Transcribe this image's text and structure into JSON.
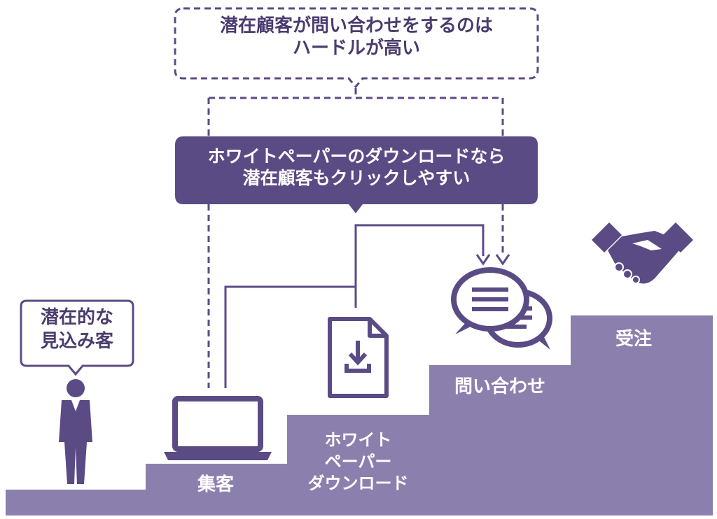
{
  "colors": {
    "primary": "#5b4b85",
    "step": "#8b80ad",
    "white": "#ffffff"
  },
  "top_callout": {
    "line1": "潜在顧客が問い合わせをするのは",
    "line2": "ハードルが高い"
  },
  "mid_callout": {
    "line1": "ホワイトペーパーのダウンロードなら",
    "line2": "潜在顧客もクリックしやすい"
  },
  "person_bubble": {
    "line1": "潜在的な",
    "line2": "見込み客"
  },
  "steps": [
    {
      "label_lines": [
        "集客"
      ]
    },
    {
      "label_lines": [
        "ホワイト",
        "ペーパー",
        "ダウンロード"
      ]
    },
    {
      "label_lines": [
        "問い合わせ"
      ]
    },
    {
      "label_lines": [
        "受注"
      ]
    }
  ],
  "icons": {
    "person": "person-icon",
    "laptop": "laptop-icon",
    "document": "document-download-icon",
    "chat": "chat-bubbles-icon",
    "handshake": "handshake-icon"
  }
}
